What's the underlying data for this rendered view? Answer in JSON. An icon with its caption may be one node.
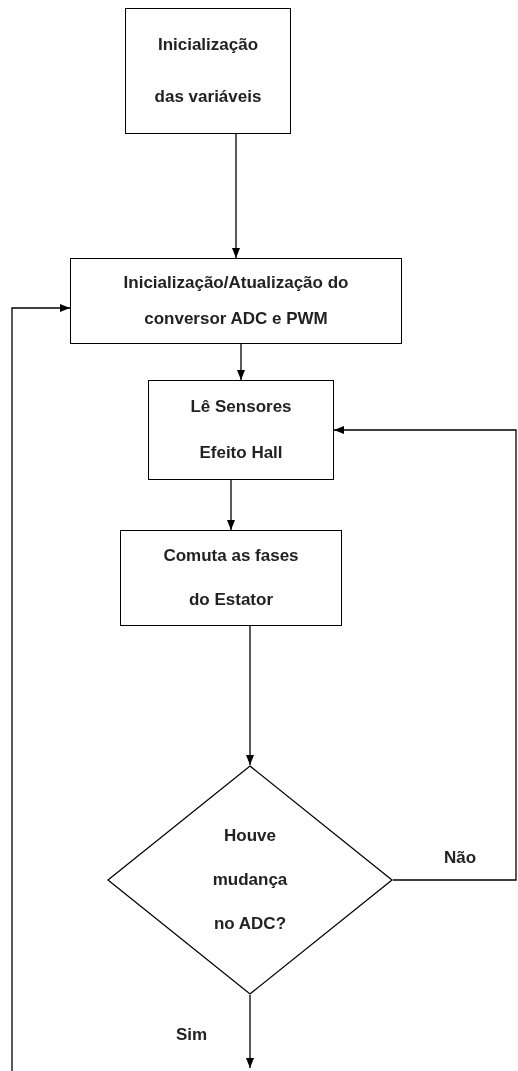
{
  "diagram": {
    "nodes": [
      {
        "text": [
          "Inicialização das variáveis"
        ]
      },
      {
        "text": [
          "Inicialização/Atualização do conversor ADC e PWM"
        ]
      },
      {
        "text": [
          "Lê Sensores Efeito Hall"
        ]
      },
      {
        "text": [
          "Comuta as fases do Estator"
        ]
      },
      {
        "text": [
          "Houve mudança no ADC?"
        ]
      }
    ],
    "edges": [
      {
        "from": 0,
        "to": 1,
        "arrow": "to"
      },
      {
        "from": 1,
        "to": 2,
        "arrow": "to"
      },
      {
        "from": 2,
        "to": 3,
        "arrow": "to"
      },
      {
        "from": 3,
        "to": 4,
        "arrow": "to"
      },
      {
        "from": 4,
        "to": 2,
        "arrow": "to",
        "label": "Não"
      },
      {
        "from": 4,
        "to": null,
        "arrow": "to",
        "label": "Sim"
      },
      {
        "from": null,
        "to": 1,
        "arrow": "to"
      }
    ]
  }
}
